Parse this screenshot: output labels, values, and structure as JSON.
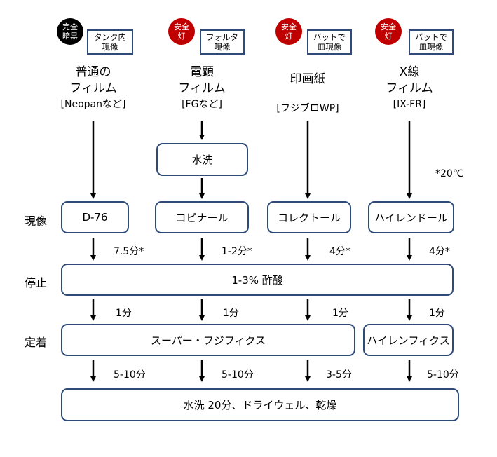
{
  "columns": [
    {
      "badge": {
        "line1": "完全",
        "line2": "暗黒",
        "color": "#000000"
      },
      "tag": {
        "line1": "タンク内",
        "line2": "現像"
      },
      "title": [
        "普通の",
        "フィルム"
      ],
      "subtitle": "[Neopanなど]",
      "dev_box": "D-76",
      "dev_time": "7.5分*",
      "stop_time": "1分",
      "fix_time": "5-10分"
    },
    {
      "badge": {
        "line1": "安全",
        "line2": "灯",
        "color": "#c00000"
      },
      "tag": {
        "line1": "フォルタ",
        "line2": "現像"
      },
      "title": [
        "電顕",
        "フィルム"
      ],
      "subtitle": "[FGなど]",
      "pre_box": "水洗",
      "dev_box": "コピナール",
      "dev_time": "1-2分*",
      "stop_time": "1分",
      "fix_time": "5-10分"
    },
    {
      "badge": {
        "line1": "安全",
        "line2": "灯",
        "color": "#c00000"
      },
      "tag": {
        "line1": "バットで",
        "line2": "皿現像"
      },
      "title": [
        "印画紙"
      ],
      "subtitle": "[フジブロWP]",
      "dev_box": "コレクトール",
      "dev_time": "4分*",
      "stop_time": "1分",
      "fix_time": "3-5分"
    },
    {
      "badge": {
        "line1": "安全",
        "line2": "灯",
        "color": "#c00000"
      },
      "tag": {
        "line1": "バットで",
        "line2": "皿現像"
      },
      "title": [
        "X線",
        "フィルム"
      ],
      "subtitle": "[IX-FR]",
      "dev_box": "ハイレンドール",
      "dev_time": "4分*",
      "stop_time": "1分",
      "fix_time": "5-10分"
    }
  ],
  "note": "*20℃",
  "rows": {
    "develop": "現像",
    "stop": "停止",
    "fix": "定着"
  },
  "stop_box": "1-3% 酢酸",
  "fix_box_main": "スーパー・フジフィクス",
  "fix_box_xray": "ハイレンフィクス",
  "final_box": "水洗 20分、ドライウェル、乾燥"
}
